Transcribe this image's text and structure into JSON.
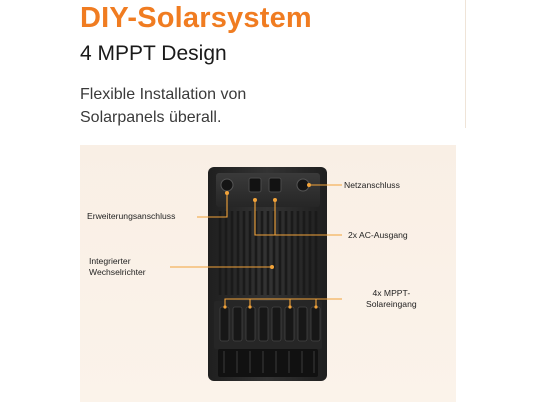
{
  "header": {
    "title": "DIY-Solarsystem",
    "subtitle": "4 MPPT Design",
    "body_lines": [
      "Flexible Installation von",
      "Solarpanels überall."
    ]
  },
  "diagram": {
    "callouts": {
      "netz": "Netzanschluss",
      "erweiterung": "Erweiterungsanschluss",
      "ac": "2x AC-Ausgang",
      "wechselrichter_1": "Integrierter",
      "wechselrichter_2": "Wechselrichter",
      "mppt_1": "4x MPPT-",
      "mppt_2": "Solareingang"
    },
    "colors": {
      "accent": "#f07c21",
      "leader": "#f2a33a",
      "device": "#2b2b2b",
      "panel_bg": "#f9efe5"
    }
  }
}
